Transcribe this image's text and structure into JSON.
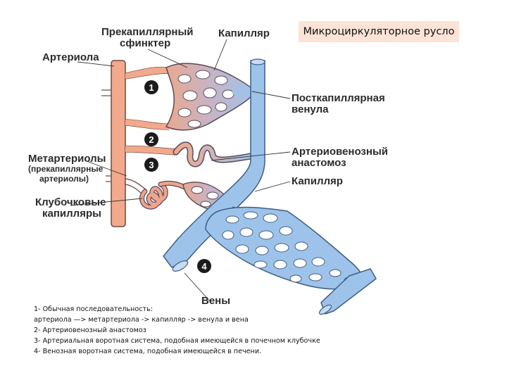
{
  "title": "Микроциркуляторное русло",
  "labels": {
    "precap_sphincter_1": "Прекапиллярный",
    "precap_sphincter_2": "сфинктер",
    "capillary_top": "Капилляр",
    "arteriole": "Артериола",
    "postcap_1": "Посткапиллярная",
    "postcap_2": "венула",
    "metarterioles": "Метартериолы",
    "metarterioles_sub_1": "(прекапиллярные",
    "metarterioles_sub_2": "артериолы)",
    "av_1": "Артериовенозный",
    "av_2": "анастомоз",
    "capillary_right": "Капилляр",
    "glomerular_1": "Клубочковые",
    "glomerular_2": "капилляры",
    "veins": "Вены"
  },
  "markers": [
    "1",
    "2",
    "3",
    "4"
  ],
  "colors": {
    "artery": "#f2a98c",
    "vein": "#9ec3ea",
    "capillary_mix": "#c9b8c8",
    "title_bg": "#fbe3d6"
  },
  "legend": [
    "1- Обычная последовательность:",
    "артериола —> метартериола -> капилляр -> венула и вена",
    "2- Артериовенозный анастомоз",
    "3- Артериальная воротная система, подобная имеющейся в почечном клубочке",
    "4- Венозная воротная система, подобная имеющейся в печени."
  ]
}
